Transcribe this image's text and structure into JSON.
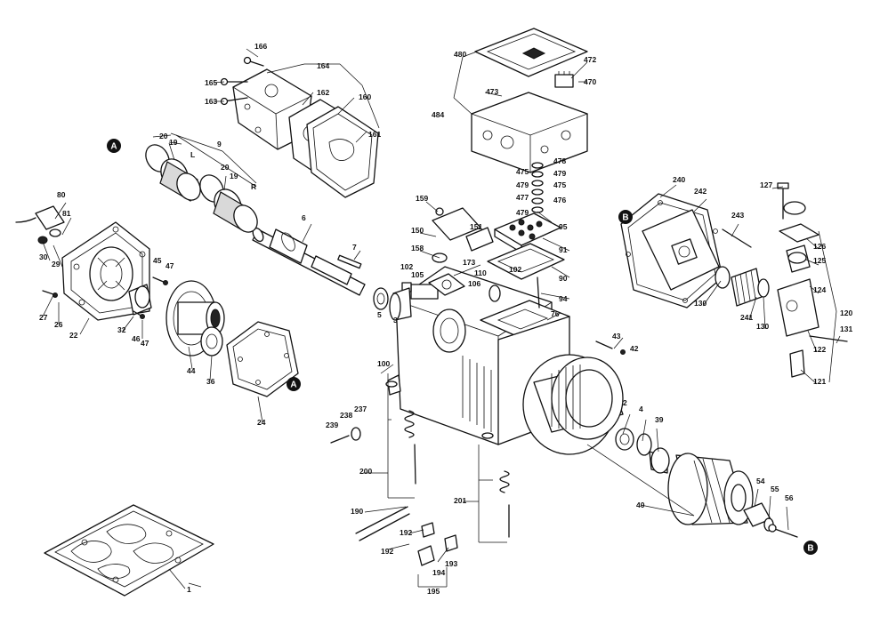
{
  "diagram": {
    "part_labels": {
      "p1": "1",
      "p2": "2",
      "p3": "3",
      "p4": "4",
      "p5": "5",
      "p6": "6",
      "p7": "7",
      "p9": "9",
      "p19a": "19",
      "p19b": "19",
      "p20a": "20",
      "p20b": "20",
      "pL": "L",
      "pR": "R",
      "p22": "22",
      "p24": "24",
      "p26": "26",
      "p27": "27",
      "p29": "29",
      "p30": "30",
      "p32": "32",
      "p36": "36",
      "p39": "39",
      "p40": "40",
      "p42": "42",
      "p43": "43",
      "p44": "44",
      "p45": "45",
      "p46": "46",
      "p47a": "47",
      "p47b": "47",
      "p54": "54",
      "p55": "55",
      "p56": "56",
      "p76": "76",
      "p80": "80",
      "p81": "81",
      "p90": "90",
      "p91": "91",
      "p94": "94",
      "p95": "95",
      "p100": "100",
      "p102a": "102",
      "p102b": "102",
      "p105": "105",
      "p106": "106",
      "p110": "110",
      "p120": "120",
      "p121": "121",
      "p122": "122",
      "p124": "124",
      "p125": "125",
      "p126": "126",
      "p127": "127",
      "p130a": "130",
      "p130b": "130",
      "p131": "131",
      "p150": "150",
      "p151": "151",
      "p158": "158",
      "p159": "159",
      "p160": "160",
      "p161": "161",
      "p162": "162",
      "p163": "163",
      "p164": "164",
      "p165": "165",
      "p166": "166",
      "p173": "173",
      "p190": "190",
      "p192a": "192",
      "p192b": "192",
      "p193": "193",
      "p194": "194",
      "p195": "195",
      "p200": "200",
      "p201": "201",
      "p237": "237",
      "p238": "238",
      "p239": "239",
      "p240": "240",
      "p241": "241",
      "p242": "242",
      "p243": "243",
      "p470": "470",
      "p472": "472",
      "p473": "473",
      "p475a": "475",
      "p475b": "475",
      "p476": "476",
      "p477": "477",
      "p478": "478",
      "p479a": "479",
      "p479b": "479",
      "p479c": "479",
      "p480": "480",
      "p484": "484"
    },
    "reference_markers": {
      "a1": "A",
      "a2": "A",
      "b1": "B",
      "b2": "B"
    },
    "colors": {
      "ink": "#111111",
      "paper": "#ffffff",
      "shade": "#d9d9d9"
    }
  }
}
